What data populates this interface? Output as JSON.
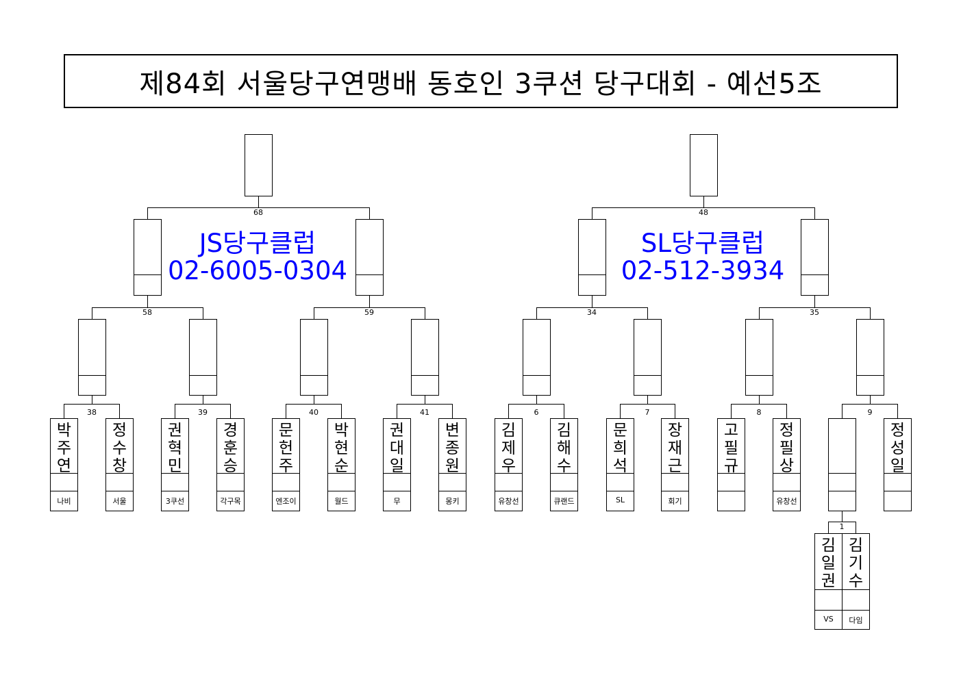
{
  "title": "제84회 서울당구연맹배 동호인 3쿠션 당구대회 - 예선5조",
  "hosts": [
    {
      "name": "JS당구클럽",
      "phone": "02-6005-0304"
    },
    {
      "name": "SL당구클럽",
      "phone": "02-512-3934"
    }
  ],
  "accent_color": "#0000ff",
  "players": [
    {
      "name": "박주연",
      "club": "나비"
    },
    {
      "name": "정수창",
      "club": "서울"
    },
    {
      "name": "권혁민",
      "club": "3쿠선"
    },
    {
      "name": "경훈승",
      "club": "각구목"
    },
    {
      "name": "문헌주",
      "club": "엔조이"
    },
    {
      "name": "박현순",
      "club": "월드"
    },
    {
      "name": "권대일",
      "club": "무"
    },
    {
      "name": "변종원",
      "club": "몽키"
    },
    {
      "name": "김제우",
      "club": "유창선"
    },
    {
      "name": "김해수",
      "club": "큐랜드"
    },
    {
      "name": "문희석",
      "club": "SL"
    },
    {
      "name": "장재근",
      "club": "회기"
    },
    {
      "name": "고필규",
      "club": ""
    },
    {
      "name": "정필상",
      "club": "유창선"
    },
    {
      "name": "",
      "club": ""
    },
    {
      "name": "정성일",
      "club": ""
    }
  ],
  "prelim_players": [
    {
      "name": "김일권",
      "club": "VS"
    },
    {
      "name": "김기수",
      "club": "다임"
    }
  ],
  "match_numbers": {
    "round1": [
      "38",
      "39",
      "40",
      "41",
      "6",
      "7",
      "8",
      "9"
    ],
    "round2": [
      "58",
      "59",
      "34",
      "35"
    ],
    "round3": [
      "68",
      "48"
    ],
    "prelim": [
      "1"
    ]
  }
}
